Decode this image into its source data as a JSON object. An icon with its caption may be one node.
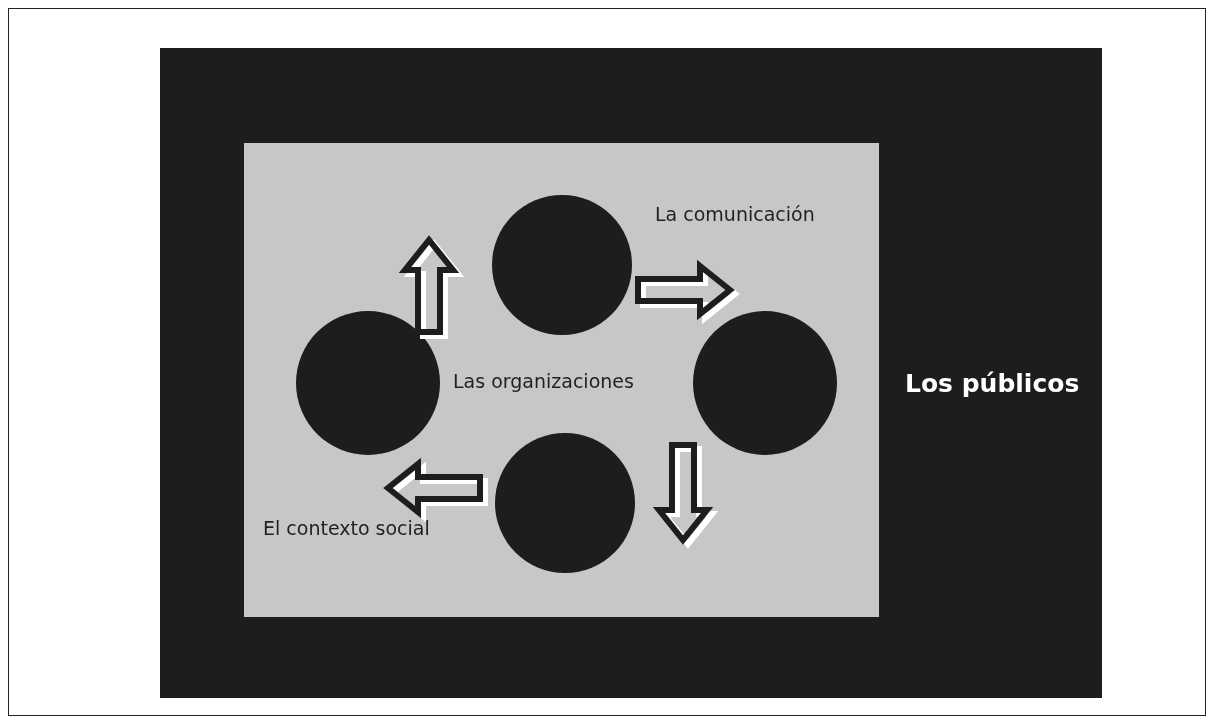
{
  "diagram": {
    "nodes": [
      {
        "text": [
          "Los públicos"
        ]
      },
      {
        "text": [
          "La comunicación",
          "Las organizaciones",
          "El contexto social"
        ],
        "in": 0
      },
      {
        "text": [],
        "shape": "circle",
        "in": 1
      },
      {
        "text": [],
        "shape": "circle",
        "in": 1
      },
      {
        "text": [],
        "shape": "circle",
        "in": 1
      },
      {
        "text": [],
        "shape": "circle",
        "in": 1
      }
    ],
    "edges": [
      {
        "from": 2,
        "to": 4,
        "arrow": "to"
      },
      {
        "from": 4,
        "to": 5,
        "arrow": "to"
      },
      {
        "from": 5,
        "to": 3,
        "arrow": "to"
      },
      {
        "from": 3,
        "to": 2,
        "arrow": "to"
      }
    ]
  }
}
